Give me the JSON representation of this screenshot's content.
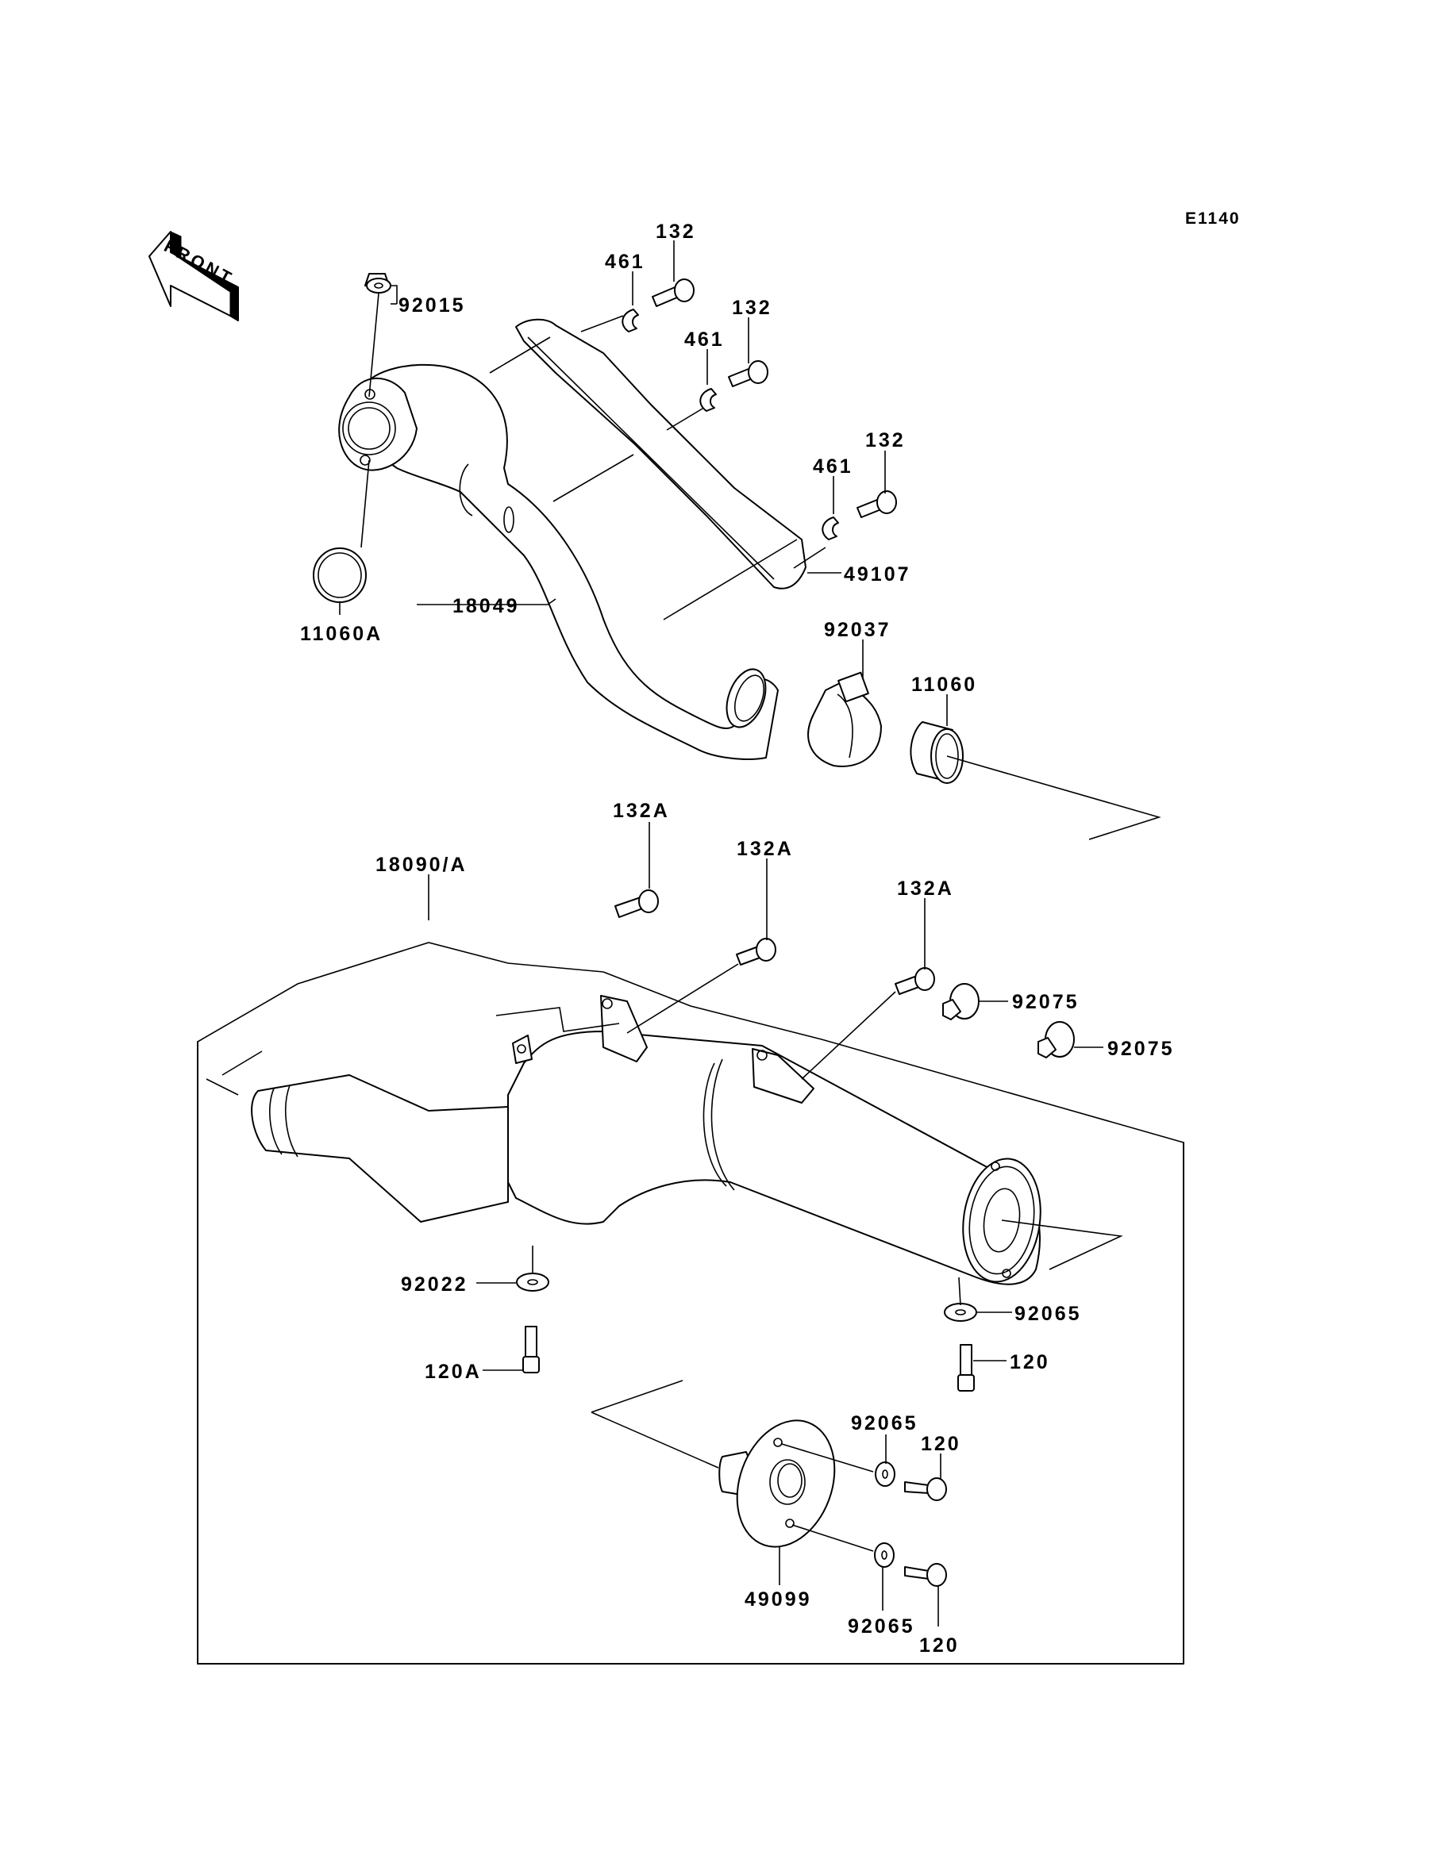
{
  "diagram": {
    "title": "Muffler(s)",
    "figure_code": "E1140",
    "direction_marker": "FRONT",
    "callouts": [
      {
        "id": "c-92015",
        "label": "92015"
      },
      {
        "id": "c-461-a",
        "label": "461"
      },
      {
        "id": "c-132-a",
        "label": "132"
      },
      {
        "id": "c-461-b",
        "label": "461"
      },
      {
        "id": "c-132-b",
        "label": "132"
      },
      {
        "id": "c-461-c",
        "label": "461"
      },
      {
        "id": "c-132-c",
        "label": "132"
      },
      {
        "id": "c-49107",
        "label": "49107"
      },
      {
        "id": "c-11060A",
        "label": "11060A"
      },
      {
        "id": "c-18049",
        "label": "18049"
      },
      {
        "id": "c-92037",
        "label": "92037"
      },
      {
        "id": "c-11060",
        "label": "11060"
      },
      {
        "id": "c-18090A",
        "label": "18090/A"
      },
      {
        "id": "c-132A-a",
        "label": "132A"
      },
      {
        "id": "c-132A-b",
        "label": "132A"
      },
      {
        "id": "c-132A-c",
        "label": "132A"
      },
      {
        "id": "c-92075-a",
        "label": "92075"
      },
      {
        "id": "c-92075-b",
        "label": "92075"
      },
      {
        "id": "c-92022",
        "label": "92022"
      },
      {
        "id": "c-92065-a",
        "label": "92065"
      },
      {
        "id": "c-120A",
        "label": "120A"
      },
      {
        "id": "c-120-a",
        "label": "120"
      },
      {
        "id": "c-92065-b",
        "label": "92065"
      },
      {
        "id": "c-120-b",
        "label": "120"
      },
      {
        "id": "c-49099",
        "label": "49099"
      },
      {
        "id": "c-92065-c",
        "label": "92065"
      },
      {
        "id": "c-120-c",
        "label": "120"
      }
    ]
  }
}
